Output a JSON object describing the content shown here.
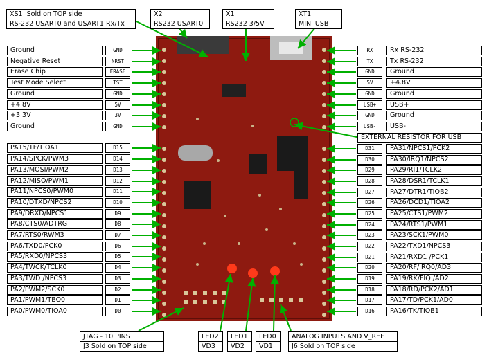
{
  "top": {
    "xs1": {
      "ref": "XS1",
      "desc": "Sold on TOP side",
      "sub": "RS-232 USART0 and USART1 Rx/Tx"
    },
    "x2": {
      "ref": "X2",
      "sub": "RS232 USART0"
    },
    "x1": {
      "ref": "X1",
      "sub": "RS232 3/5V"
    },
    "xt1": {
      "ref": "XT1",
      "sub": "MINI USB"
    }
  },
  "left_upper": [
    {
      "label": "Ground",
      "pin": "GND"
    },
    {
      "label": "Negative Reset",
      "pin": "NRST"
    },
    {
      "label": "Erase Chip",
      "pin": "ERASE"
    },
    {
      "label": "Test Mode Select",
      "pin": "TST"
    },
    {
      "label": "Ground",
      "pin": "GND"
    },
    {
      "label": "+4.8V",
      "pin": "5V"
    },
    {
      "label": "+3.3V",
      "pin": "3V"
    },
    {
      "label": "Ground",
      "pin": "GND"
    }
  ],
  "right_upper": [
    {
      "label": "Rx RS-232",
      "pin": "RX"
    },
    {
      "label": "Tx RS-232",
      "pin": "TX"
    },
    {
      "label": "Ground",
      "pin": "GND"
    },
    {
      "label": "+4.8V",
      "pin": "5V"
    },
    {
      "label": "Ground",
      "pin": "GND"
    },
    {
      "label": "USB+",
      "pin": "USB+"
    },
    {
      "label": "Ground",
      "pin": "GND"
    },
    {
      "label": "USB-",
      "pin": "USB-"
    }
  ],
  "ext_resistor": "EXTERNAL RESISTOR FOR USB",
  "left_lower": [
    {
      "label": "PA15/TF/TIOA1",
      "pin": "D15"
    },
    {
      "label": "PA14/SPCK/PWM3",
      "pin": "D14"
    },
    {
      "label": "PA13/MOSI/PWM2",
      "pin": "D13"
    },
    {
      "label": "PA12/MISO/PWM1",
      "pin": "D12"
    },
    {
      "label": "PA11/NPCS0/PWM0",
      "pin": "D11"
    },
    {
      "label": "PA10/DTXD/NPCS2",
      "pin": "D10"
    },
    {
      "label": "PA9/DRXD/NPCS1",
      "pin": "D9"
    },
    {
      "label": "PA8/CTS0/ADTRG",
      "pin": "D8"
    },
    {
      "label": "PA7/RTS0/RWM3",
      "pin": "D7"
    },
    {
      "label": "PA6/TXD0/PCK0",
      "pin": "D6"
    },
    {
      "label": "PA5/RXD0/NPCS3",
      "pin": "D5"
    },
    {
      "label": "PA4/TWCK/TCLK0",
      "pin": "D4"
    },
    {
      "label": "PA3/TWD  /NPCS3",
      "pin": "D3"
    },
    {
      "label": "PA2/PWM2/SCK0",
      "pin": "D2"
    },
    {
      "label": "PA1/PWM1/TBO0",
      "pin": "D1"
    },
    {
      "label": "PA0/PWM0/TIOA0",
      "pin": "D0"
    }
  ],
  "right_lower": [
    {
      "label": "PA31/NPCS1/PCK2",
      "pin": "D31"
    },
    {
      "label": "PA30/IRQ1/NPCS2",
      "pin": "D30"
    },
    {
      "label": "PA29/RI1/TCLK2",
      "pin": "D29"
    },
    {
      "label": "PA28/DSR1/TCLK1",
      "pin": "D28"
    },
    {
      "label": "PA27/DTR1/TIOB2",
      "pin": "D27"
    },
    {
      "label": "PA26/DCD1/TIOA2",
      "pin": "D26"
    },
    {
      "label": "PA25/CTS1/PWM2",
      "pin": "D25"
    },
    {
      "label": "PA24/RTS1/PWM1",
      "pin": "D24"
    },
    {
      "label": "PA23/SCK1/PWM0",
      "pin": "D23"
    },
    {
      "label": "PA22/TXD1/NPCS3",
      "pin": "D22"
    },
    {
      "label": "PA21/RXD1 /PCK1",
      "pin": "D21"
    },
    {
      "label": "PA20/RF/IRQ0/AD3",
      "pin": "D20"
    },
    {
      "label": "PA19/RK/FIQ  /AD2",
      "pin": "D19"
    },
    {
      "label": "PA18/RD/PCK2/AD1",
      "pin": "D18"
    },
    {
      "label": "PA17/TD/PCK1/AD0",
      "pin": "D17"
    },
    {
      "label": "PA16/TK/TIOB1",
      "pin": "D16"
    }
  ],
  "bottom": {
    "jtag": {
      "line1": "JTAG - 10 PINS",
      "line2": "J3  Sold on TOP side"
    },
    "led2": {
      "line1": "LED2",
      "line2": "VD3"
    },
    "led1": {
      "line1": "LED1",
      "line2": "VD2"
    },
    "led0": {
      "line1": "LED0",
      "line2": "VD1"
    },
    "analog": {
      "line1": "ANALOG INPUTS AND V_REF",
      "line2": "J6    Sold on TOP side"
    }
  },
  "colors": {
    "board": "#8e1a10",
    "board_dark": "#6a120b",
    "arrow": "#00b000",
    "pad": "#d8c89a"
  }
}
